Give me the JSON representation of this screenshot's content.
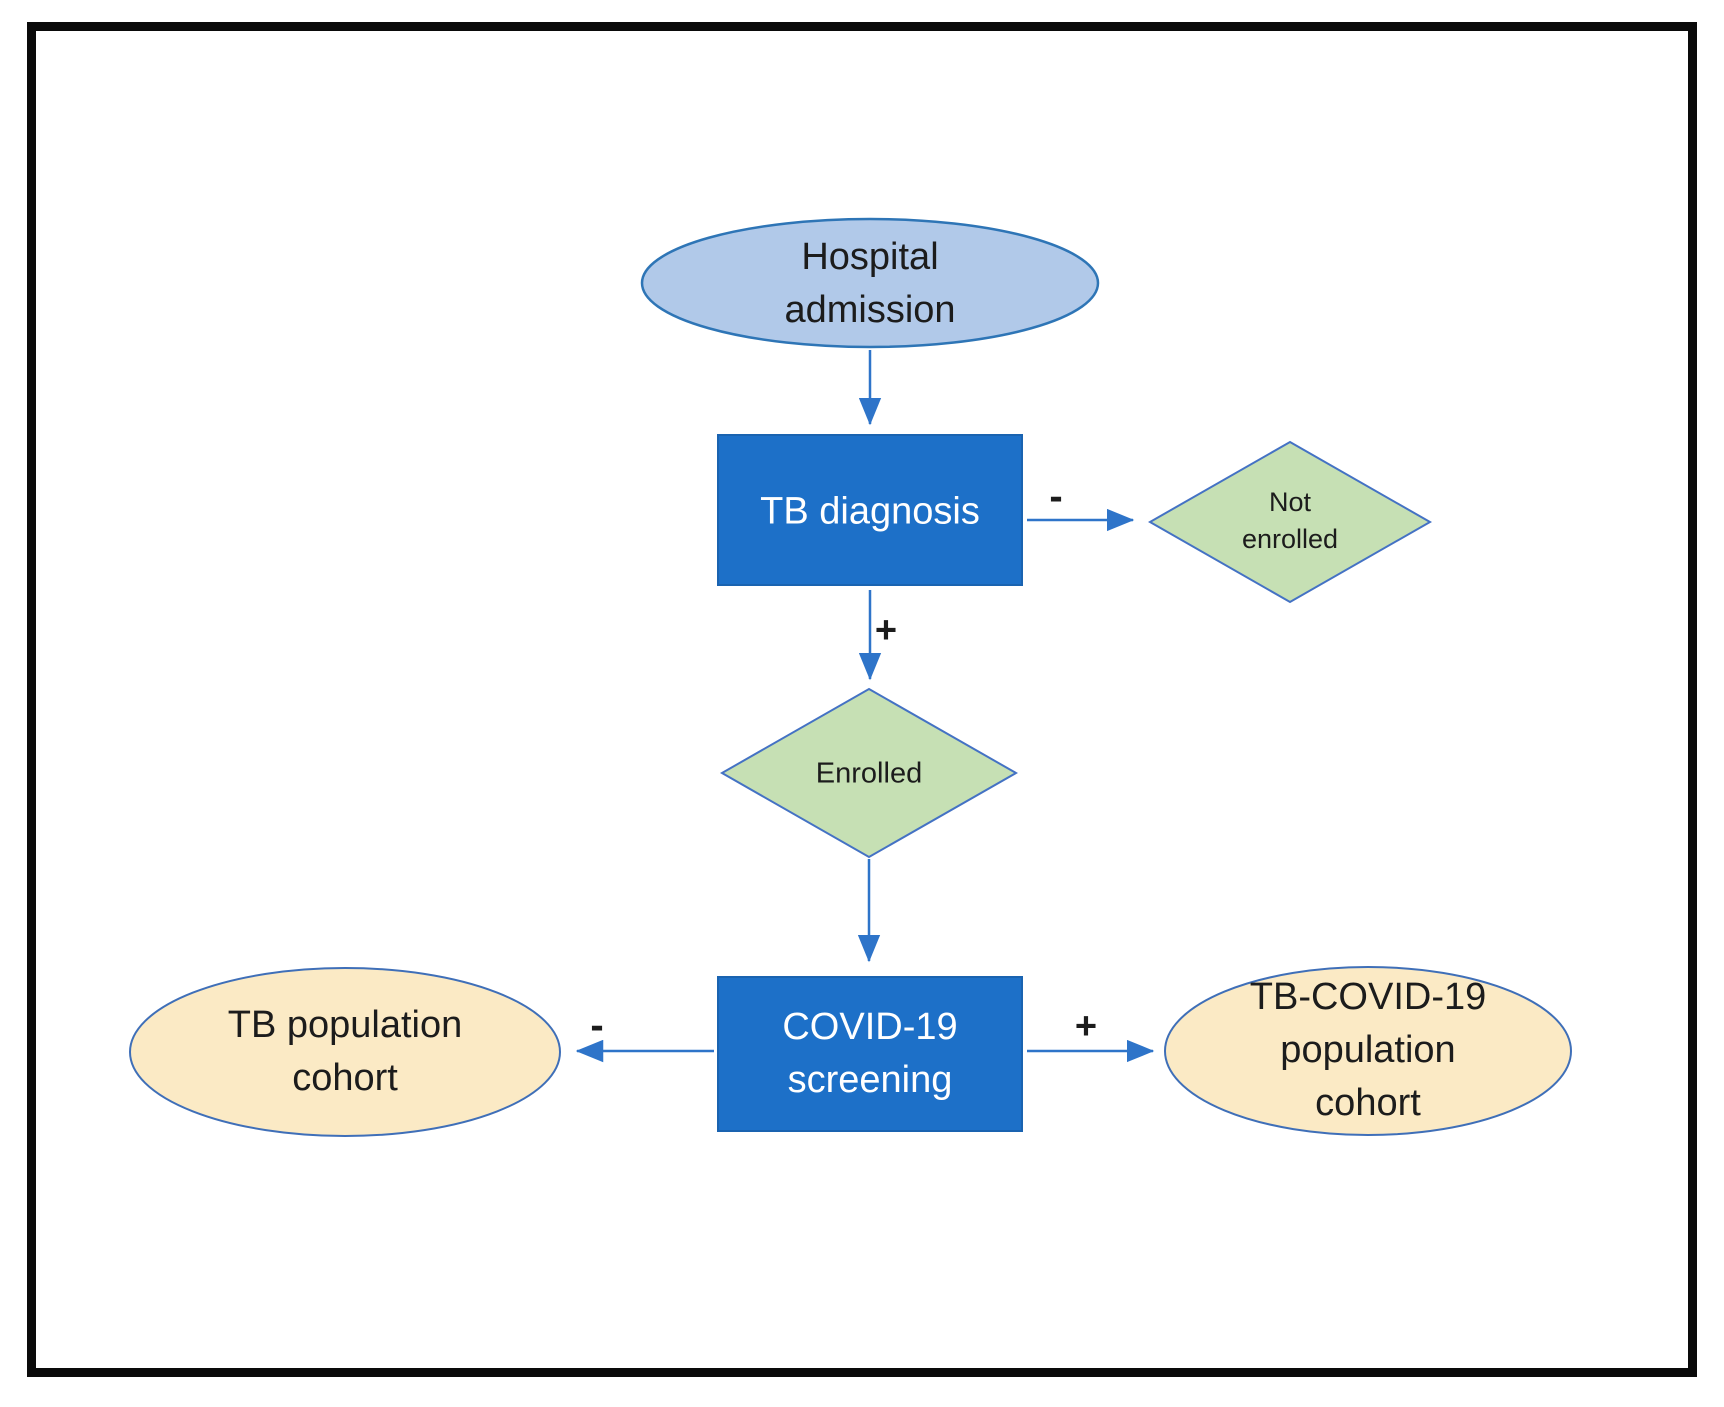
{
  "figure": {
    "type": "flowchart",
    "description_visible": "Patient enrollment flow from hospital admission through TB diagnosis and COVID-19 screening into cohorts"
  },
  "colors": {
    "start_ellipse_fill": "#b1c9e9",
    "start_ellipse_stroke": "#2e75b6",
    "process_fill": "#1d70c8",
    "process_stroke": "#1a63b0",
    "decision_fill": "#c6e0b4",
    "decision_stroke": "#4472c4",
    "terminal_fill": "#fbeac5",
    "terminal_stroke": "#3f6fb8",
    "arrow": "#2e74c9",
    "frame_border": "#0a0a0a",
    "text_dark": "#1c1c1c",
    "text_light": "#ffffff"
  },
  "nodes": {
    "hospital_admission": {
      "label": "Hospital admission",
      "lines": [
        "Hospital",
        "admission"
      ],
      "shape": "ellipse"
    },
    "tb_diagnosis": {
      "label": "TB diagnosis",
      "shape": "rectangle"
    },
    "not_enrolled": {
      "label": "Not enrolled",
      "lines": [
        "Not",
        "enrolled"
      ],
      "shape": "diamond"
    },
    "enrolled": {
      "label": "Enrolled",
      "shape": "diamond"
    },
    "covid_screening": {
      "label": "COVID-19 screening",
      "lines": [
        "COVID-19",
        "screening"
      ],
      "shape": "rectangle"
    },
    "tb_cohort": {
      "label": "TB population cohort",
      "lines": [
        "TB population",
        "cohort"
      ],
      "shape": "ellipse"
    },
    "tb_covid_cohort": {
      "label": "TB-COVID-19 population cohort",
      "lines": [
        "TB-COVID-19",
        "population",
        "cohort"
      ],
      "shape": "ellipse"
    }
  },
  "edges": [
    {
      "from": "Hospital admission",
      "to": "TB diagnosis",
      "label": ""
    },
    {
      "from": "TB diagnosis",
      "to": "Not enrolled",
      "label": "-"
    },
    {
      "from": "TB diagnosis",
      "to": "Enrolled",
      "label": "+"
    },
    {
      "from": "Enrolled",
      "to": "COVID-19 screening",
      "label": ""
    },
    {
      "from": "COVID-19 screening",
      "to": "TB population cohort",
      "label": "-"
    },
    {
      "from": "COVID-19 screening",
      "to": "TB-COVID-19 population cohort",
      "label": "+"
    }
  ]
}
